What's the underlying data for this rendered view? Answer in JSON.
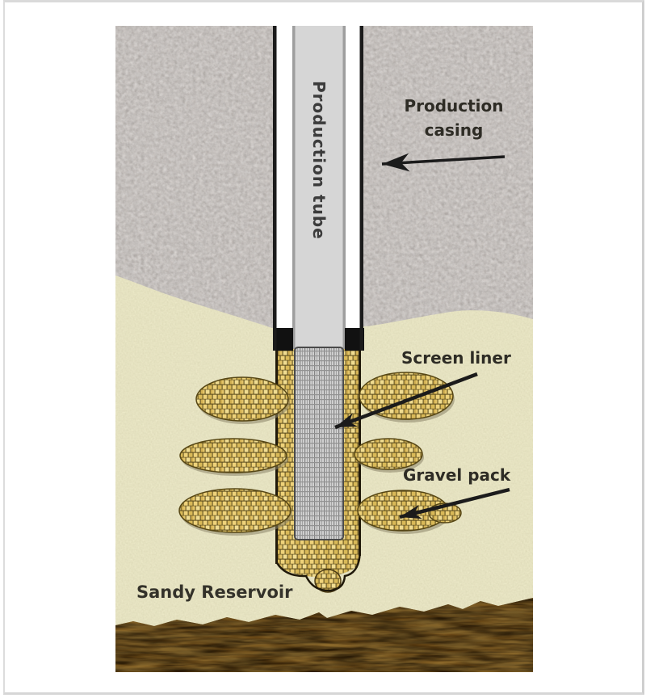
{
  "labels": {
    "production_tube": "Production tube",
    "production_casing": "Production casing",
    "screen_liner": "Screen liner",
    "gravel_pack": "Gravel pack",
    "sandy_reservoir": "Sandy Reservoir"
  },
  "icons": {
    "casing_arrow": "arrow-left",
    "screen_arrow": "arrow-down-left",
    "gravel_arrow": "arrow-down-left"
  },
  "colors": {
    "rock": "#cbc5c1",
    "sand": "#ebe8c7",
    "soil": "#5a3a0e",
    "tube": "#d6d6d6",
    "tube_edge": "#9e9e9e",
    "casing_interior": "#ffffff",
    "casing_line": "#1b1b1b",
    "gravel_light": "#eed27a",
    "gravel_mid": "#d9b958",
    "gravel_gap": "#56471a",
    "screen_bg": "#d0d0d0",
    "screen_line": "#848484",
    "label_text": "#2e2c25",
    "arrow": "#1b1b1b"
  }
}
